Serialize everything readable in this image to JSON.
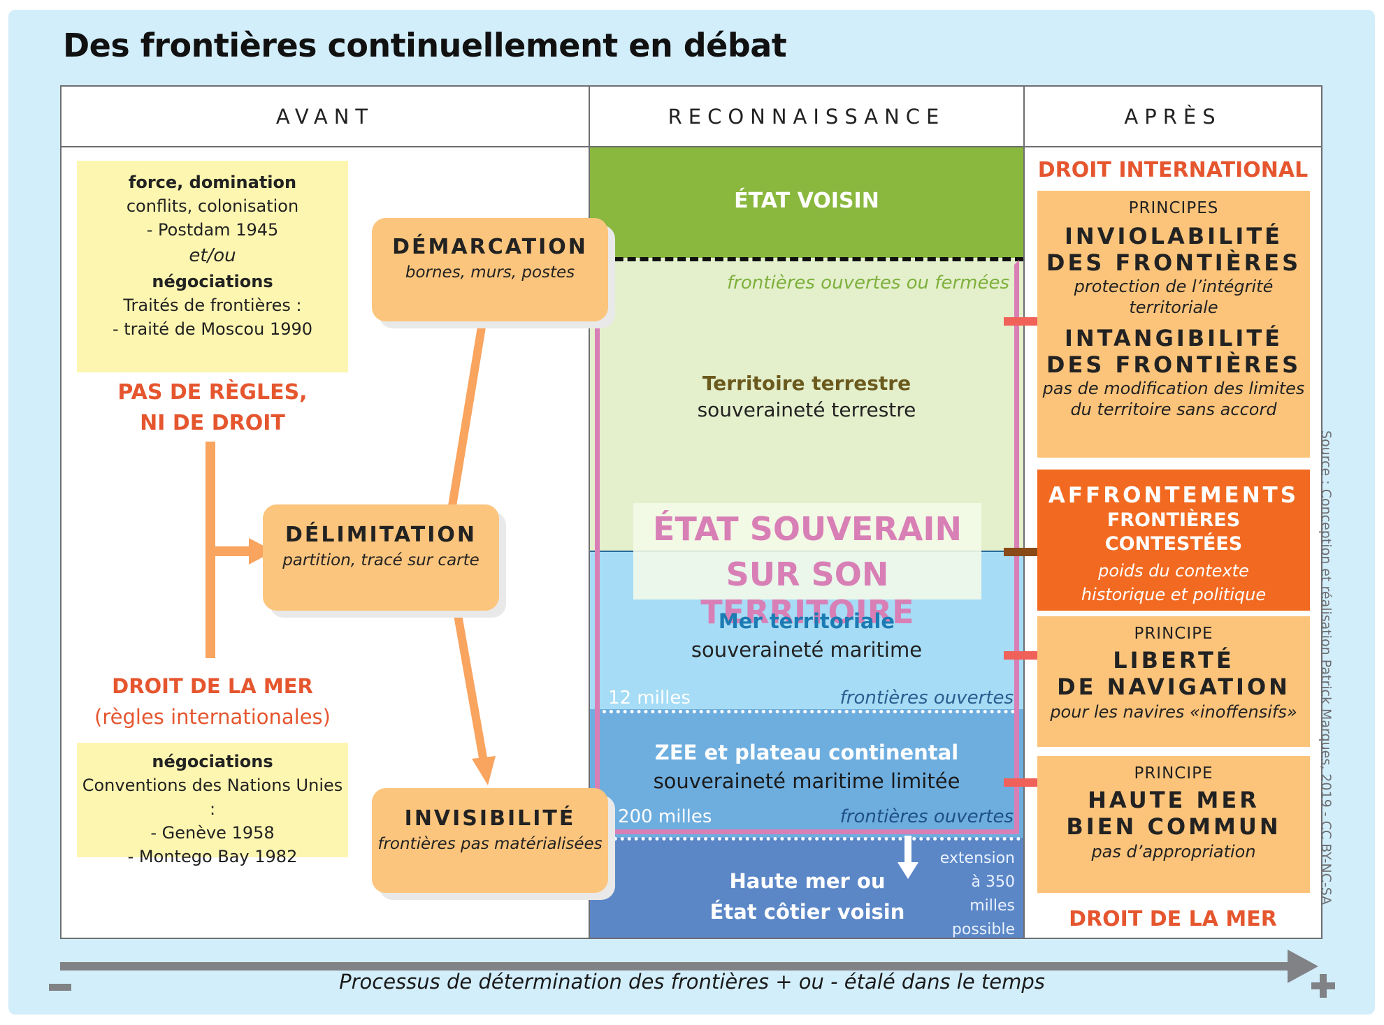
{
  "title": "Des frontières continuellement en débat",
  "headers": {
    "avant": "AVANT",
    "reconnaissance": "RECONNAISSANCE",
    "apres": "APRÈS"
  },
  "avant": {
    "top_box": {
      "line1": "force, domination",
      "line2": "conflits, colonisation",
      "line3": "- Postdam 1945",
      "line4": "et/ou",
      "line5": "négociations",
      "line6": "Traités de frontières :",
      "line7": "- traité de Moscou 1990"
    },
    "pas_de_regles": {
      "line1": "PAS DE RÈGLES,",
      "line2": "NI DE DROIT"
    },
    "droit_de_la_mer": {
      "line1": "DROIT DE LA MER",
      "line2": "(règles internationales)"
    },
    "bottom_box": {
      "line1": "négociations",
      "line2": "Conventions des Nations Unies :",
      "line3": "- Genève 1958",
      "line4": "- Montego Bay 1982"
    },
    "demarcation": {
      "title": "DÉMARCATION",
      "subtitle": "bornes, murs, postes"
    },
    "delimitation": {
      "title": "DÉLIMITATION",
      "subtitle": "partition, tracé sur carte"
    },
    "invisibilite": {
      "title": "INVISIBILITÉ",
      "subtitle": "frontières pas matérialisées"
    }
  },
  "reconnaissance": {
    "etat_voisin": "ÉTAT VOISIN",
    "frontieres_ouvertes_fermees": "frontières ouvertes ou fermées",
    "territoire": {
      "title": "Territoire terrestre",
      "subtitle": "souveraineté terrestre"
    },
    "etat_souverain": {
      "line1": "ÉTAT SOUVERAIN",
      "line2": "SUR SON TERRITOIRE"
    },
    "mer_territoriale": {
      "title": "Mer territoriale",
      "subtitle": "souveraineté maritime"
    },
    "milles_12": "12 milles",
    "frontieres_ouvertes_1": "frontières ouvertes",
    "zee": {
      "title": "ZEE et plateau continental",
      "subtitle": "souveraineté maritime limitée"
    },
    "milles_200": "200 milles",
    "frontieres_ouvertes_2": "frontières ouvertes",
    "haute_mer": {
      "line1": "Haute mer ou",
      "line2": "État côtier voisin"
    },
    "extension": {
      "line1": "extension",
      "line2": "à 350 milles",
      "line3": "possible"
    }
  },
  "apres": {
    "droit_international": "DROIT INTERNATIONAL",
    "box1": {
      "label": "PRINCIPES",
      "p1_line1": "INVIOLABILITÉ",
      "p1_line2": "DES FRONTIÈRES",
      "p1_desc1": "protection de l’intégrité",
      "p1_desc2": "territoriale",
      "p2_line1": "INTANGIBILITÉ",
      "p2_line2": "DES FRONTIÈRES",
      "p2_desc1": "pas de modification des limites",
      "p2_desc2": "du territoire sans accord"
    },
    "box2": {
      "title": "AFFRONTEMENTS",
      "subtitle": "FRONTIÈRES CONTESTÉES",
      "desc1": "poids du contexte",
      "desc2": "historique et politique"
    },
    "box3": {
      "label": "PRINCIPE",
      "line1": "LIBERTÉ",
      "line2": "DE NAVIGATION",
      "desc": "pour les navires «inoffensifs»"
    },
    "box4": {
      "label": "PRINCIPE",
      "line1": "HAUTE MER",
      "line2": "BIEN COMMUN",
      "desc": "pas d’appropriation"
    },
    "droit_de_la_mer": "DROIT DE LA MER"
  },
  "source": "Source : Conception et réalisation Patrick Marques, 2019 - CC BY-NC-SA",
  "timeline": {
    "label": "Processus de détermination des frontières + ou - étalé dans le temps",
    "minus": "−",
    "plus": "+"
  },
  "colors": {
    "background": "#d3eefb",
    "green_dark": "#8ab83f",
    "green_light": "#e4efcc",
    "pink": "#d87fb6",
    "sea_light": "#a6dcf5",
    "sea_mid": "#6eaedf",
    "sea_deep": "#5b87c7",
    "orange_box": "#fcc47b",
    "orange_dark": "#f26a21",
    "red_text": "#e5562f",
    "yellow_box": "#fdf6b0"
  }
}
